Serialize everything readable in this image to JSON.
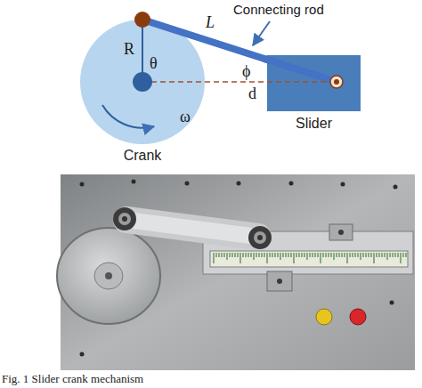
{
  "diagram": {
    "caption": "Fig. 1 Slider crank mechanism",
    "nodes": [
      {
        "text": [
          "Crank"
        ]
      },
      {
        "text": [
          "Slider"
        ]
      }
    ],
    "edges": [
      {
        "from": 0,
        "to": 1,
        "arrow": "none",
        "label": "L"
      }
    ],
    "labels": [
      "Connecting rod",
      "R",
      "θ",
      "ϕ",
      "d",
      "ω"
    ]
  }
}
